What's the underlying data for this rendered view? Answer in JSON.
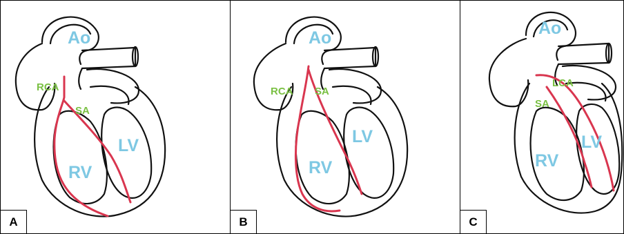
{
  "colors": {
    "outline": "#111111",
    "artery": "#d9364f",
    "chamber_label": "#7ec8e3",
    "vessel_label": "#7ac043"
  },
  "panels": [
    {
      "letter": "A",
      "labels": {
        "ao": "Ao",
        "lv": "LV",
        "rv": "RV",
        "v1": "RCA",
        "v2": "SA"
      }
    },
    {
      "letter": "B",
      "labels": {
        "ao": "Ao",
        "lv": "LV",
        "rv": "RV",
        "v1": "RCA",
        "v2": "SA"
      }
    },
    {
      "letter": "C",
      "labels": {
        "ao": "Ao",
        "lv": "LV",
        "rv": "RV",
        "v1": "LCA",
        "v2": "SA"
      }
    }
  ]
}
